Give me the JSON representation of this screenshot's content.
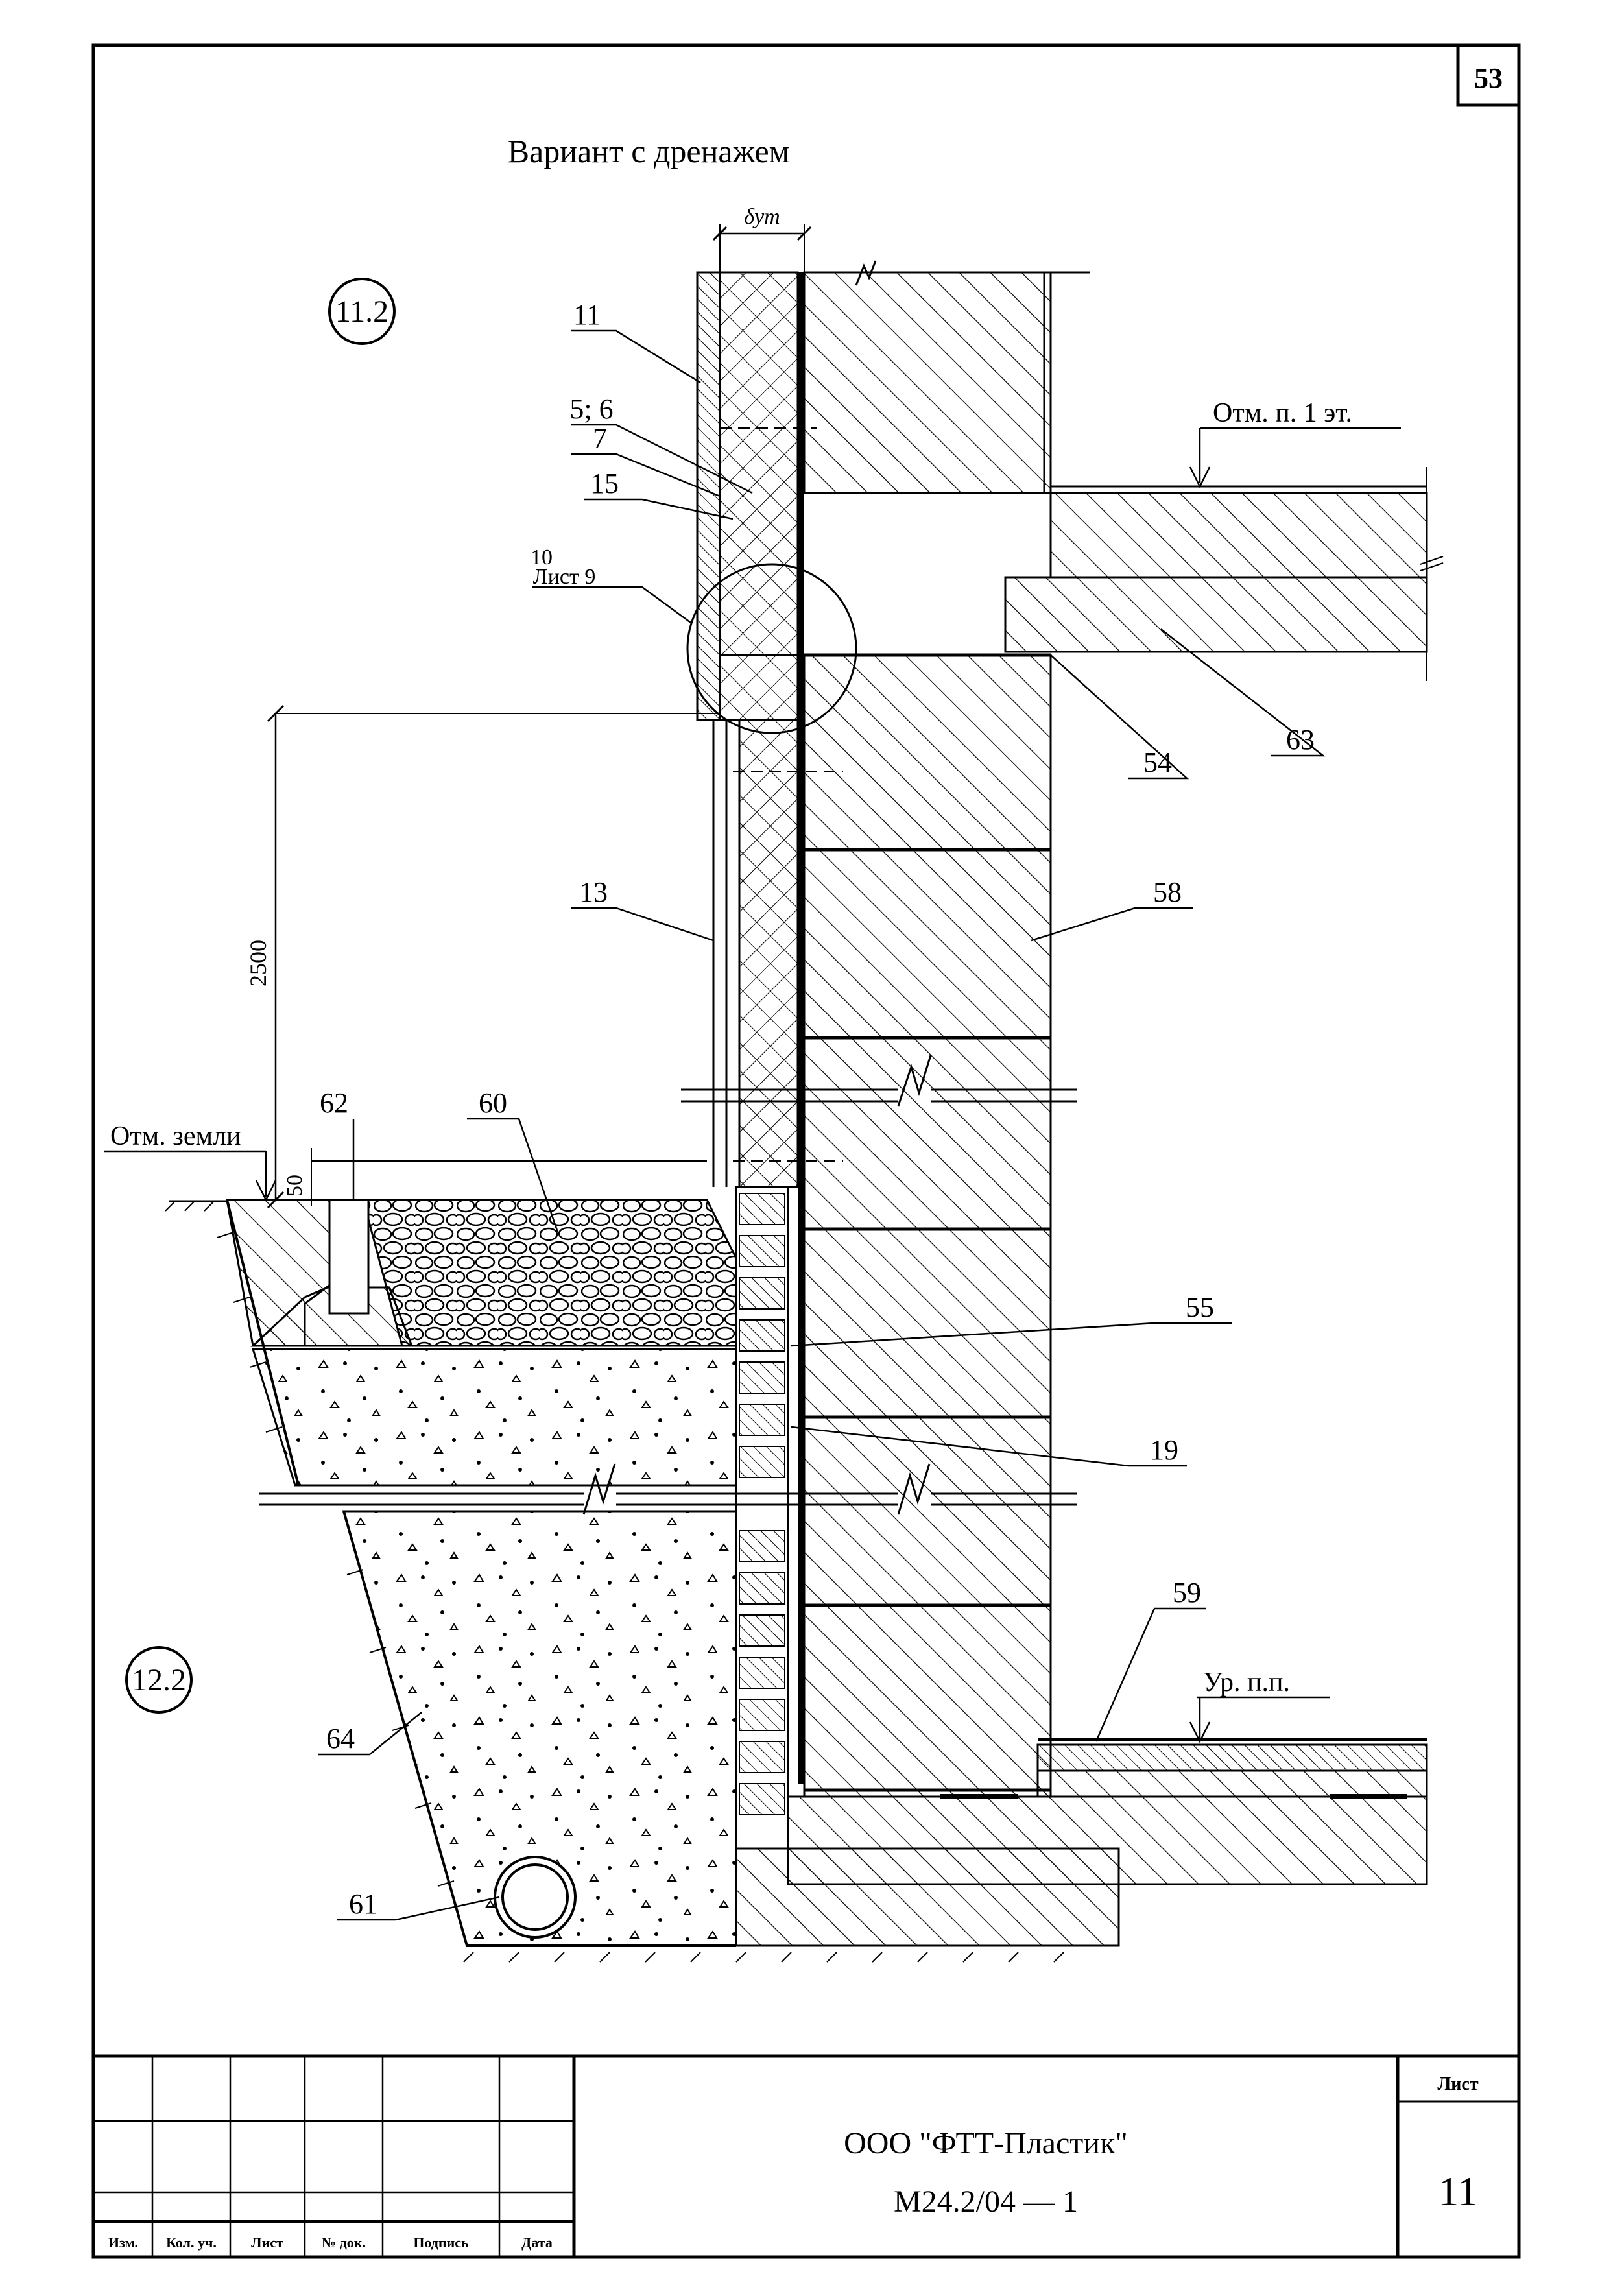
{
  "sheet_corner_number": "53",
  "title": "Вариант с дренажем",
  "insulation_thickness_label": "δут",
  "detail_callouts": {
    "upper": "11.2",
    "lower": "12.2"
  },
  "labels": {
    "l11": "11",
    "l5_6": "5; 6",
    "l7": "7",
    "l15": "15",
    "l10": "10",
    "list9": "Лист 9",
    "l13": "13",
    "l62": "62",
    "l60": "60",
    "l54": "54",
    "l63": "63",
    "l58": "58",
    "l55": "55",
    "l19": "19",
    "l59": "59",
    "l64": "64",
    "l61": "61"
  },
  "levels": {
    "first_floor": "Отм. п. 1 эт.",
    "ground": "Отм. земли",
    "floor": "Ур. п.п."
  },
  "dimensions": {
    "height": "2500",
    "offset": "50"
  },
  "title_block": {
    "company": "ООО \"ФТТ-Пластик\"",
    "doc_code": "М24.2/04 — 1",
    "sheet_label": "Лист",
    "sheet_number": "11",
    "columns": [
      "Изм.",
      "Кол. уч.",
      "Лист",
      "№ док.",
      "Подпись",
      "Дата"
    ]
  }
}
